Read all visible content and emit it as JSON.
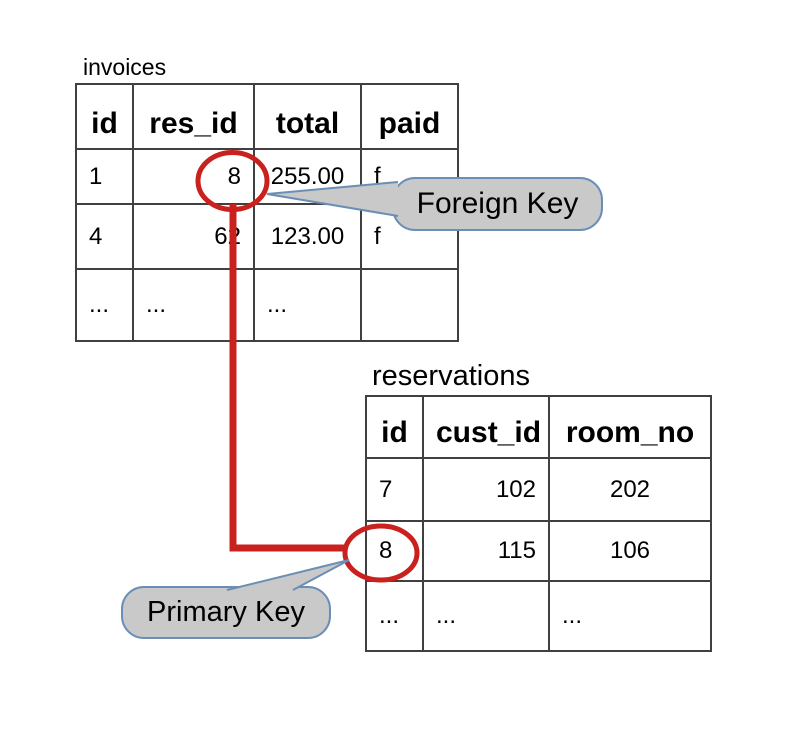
{
  "colors": {
    "page_bg": "#ffffff",
    "text": "#000000",
    "table_border": "#404040",
    "key_highlight_red": "#c9211e",
    "callout_fill": "#c9c9c9",
    "callout_border": "#6a8eb5"
  },
  "invoices_table": {
    "title": "invoices",
    "headers": [
      "id",
      "res_id",
      "total",
      "paid"
    ],
    "rows": [
      [
        "1",
        "8",
        "255.00",
        "f"
      ],
      [
        "4",
        "62",
        "123.00",
        "f"
      ],
      [
        "...",
        "...",
        "...",
        ""
      ]
    ]
  },
  "reservations_table": {
    "title": "reservations",
    "headers": [
      "id",
      "cust_id",
      "room_no"
    ],
    "rows": [
      [
        "7",
        "102",
        "202"
      ],
      [
        "8",
        "115",
        "106"
      ],
      [
        "...",
        "...",
        "..."
      ]
    ]
  },
  "annotations": {
    "foreign_key_label": "Foreign Key",
    "primary_key_label": "Primary Key"
  }
}
